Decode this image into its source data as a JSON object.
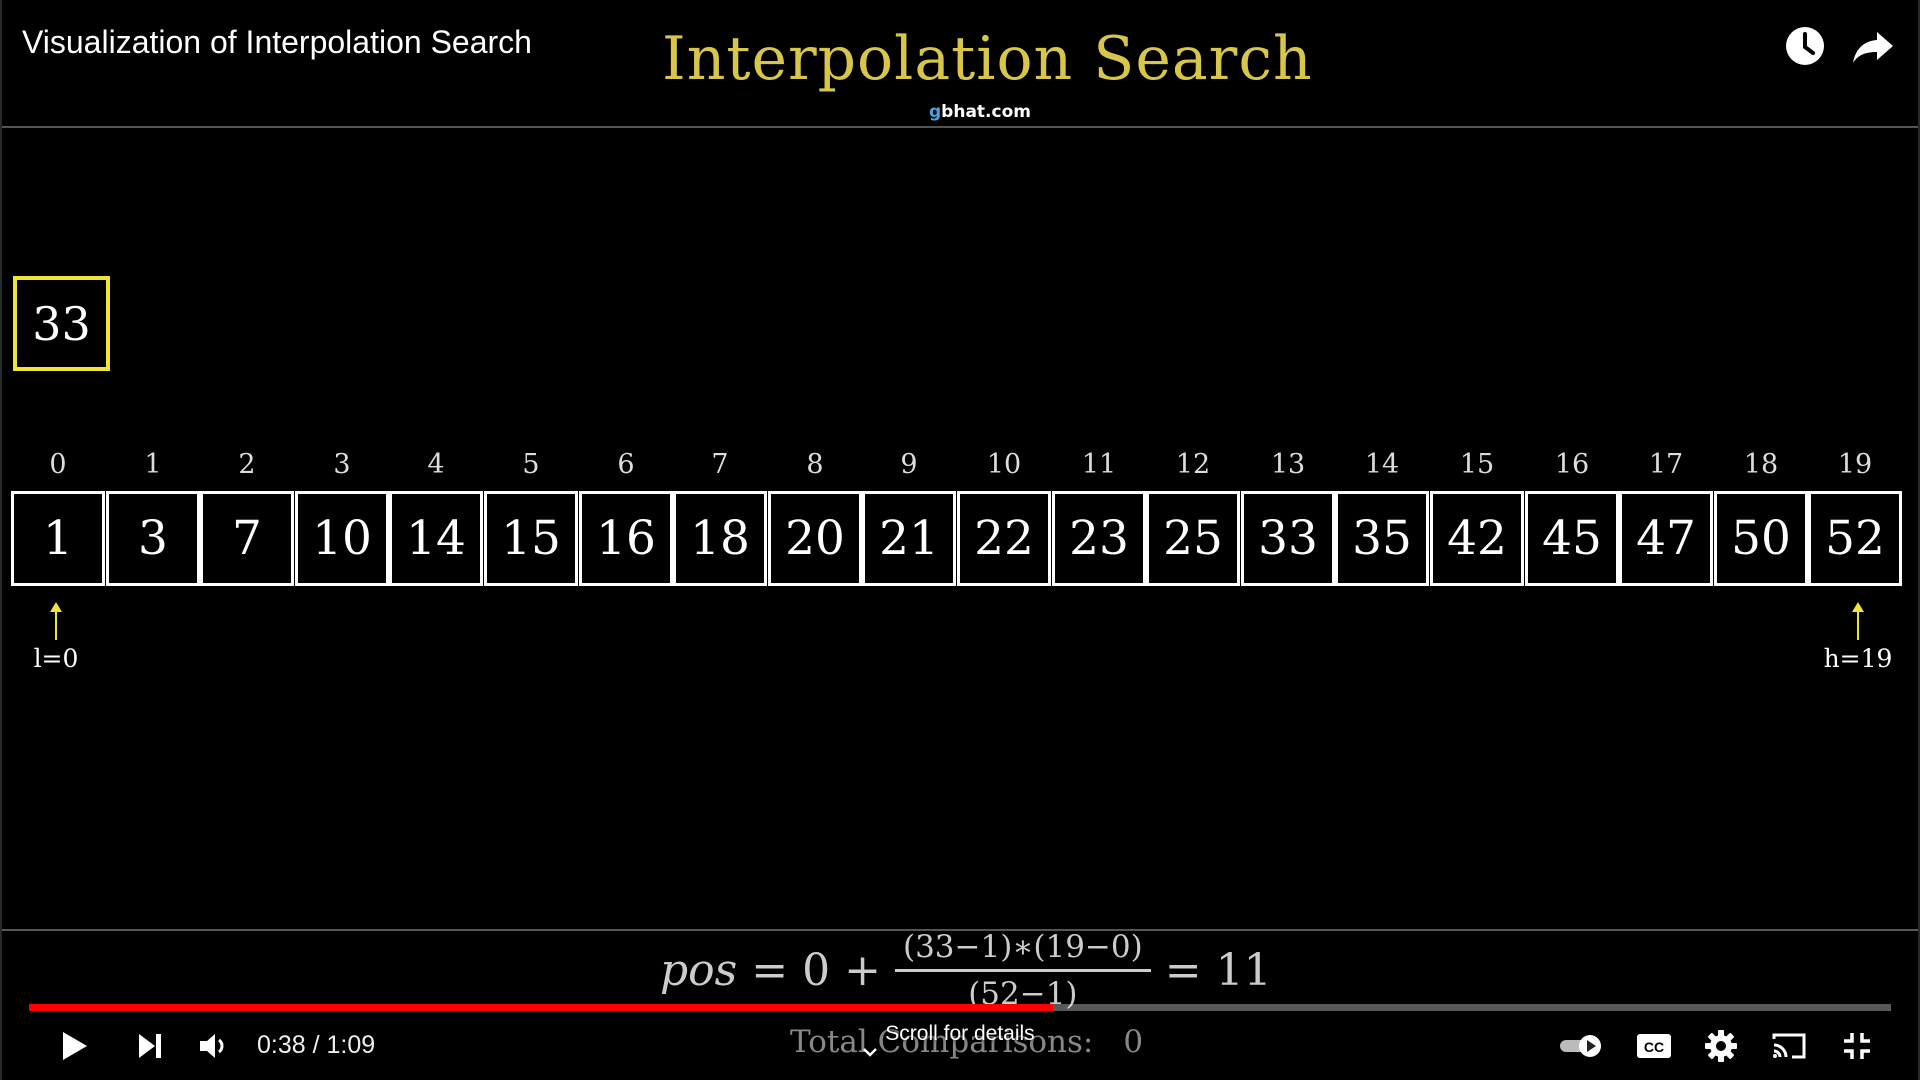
{
  "player": {
    "video_title": "Visualization of Interpolation Search",
    "time_current": "0:38",
    "time_total": "1:09",
    "time_display": "0:38 / 1:09",
    "progress_fraction": 0.55,
    "scroll_hint": "Scroll for details",
    "icons": {
      "watch_later": "clock-icon",
      "share": "share-arrow-icon",
      "play": "play-icon",
      "next": "skip-next-icon",
      "volume": "volume-icon",
      "autoplay": "autoplay-toggle-icon",
      "captions": "cc-icon",
      "settings": "gear-icon",
      "cast": "cast-icon",
      "fullscreen_exit": "exit-fullscreen-icon"
    },
    "colors": {
      "progress": "#ff0000",
      "title_gold": "#d8c64a",
      "highlight_yellow": "#f0e43a"
    }
  },
  "video": {
    "heading": "Interpolation Search",
    "logo": {
      "prefix": "g",
      "rest": "bhat.com"
    },
    "target": "33",
    "indices": [
      "0",
      "1",
      "2",
      "3",
      "4",
      "5",
      "6",
      "7",
      "8",
      "9",
      "10",
      "11",
      "12",
      "13",
      "14",
      "15",
      "16",
      "17",
      "18",
      "19"
    ],
    "values": [
      "1",
      "3",
      "7",
      "10",
      "14",
      "15",
      "16",
      "18",
      "20",
      "21",
      "22",
      "23",
      "25",
      "33",
      "35",
      "42",
      "45",
      "47",
      "50",
      "52"
    ],
    "low_label": "l=0",
    "high_label": "h=19",
    "formula": {
      "lhs": "pos",
      "eq": "=",
      "base": "0 +",
      "numerator": "(33−1)∗(19−0)",
      "denominator": "(52−1)",
      "result": "= 11"
    },
    "comparisons_label": "Total Comparisons:",
    "comparisons_value": "0"
  }
}
